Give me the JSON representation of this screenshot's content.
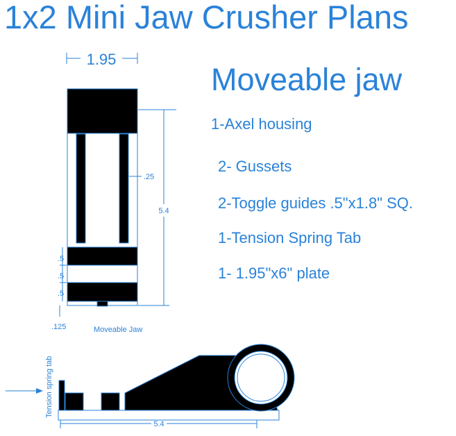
{
  "title": "1x2 Mini Jaw Crusher Plans",
  "subtitle": "Moveable jaw",
  "parts": [
    "1-Axel housing",
    "2- Gussets",
    "2-Toggle guides .5\"x1.8\" SQ.",
    "1-Tension Spring Tab",
    "1- 1.95\"x6\" plate"
  ],
  "front_view": {
    "width_dim": "1.95",
    "height_dim": "5.4",
    "gusset_dim": ".25",
    "spacing_dims": [
      ".5",
      ".5",
      ".5"
    ],
    "bottom_dim": ".125",
    "caption": "Moveable Jaw"
  },
  "side_view": {
    "tab_label": "Tension spring tab",
    "length_dim": "5.4"
  },
  "colors": {
    "text": "#2a82d8",
    "ink": "#000000",
    "paper": "#ffffff"
  }
}
